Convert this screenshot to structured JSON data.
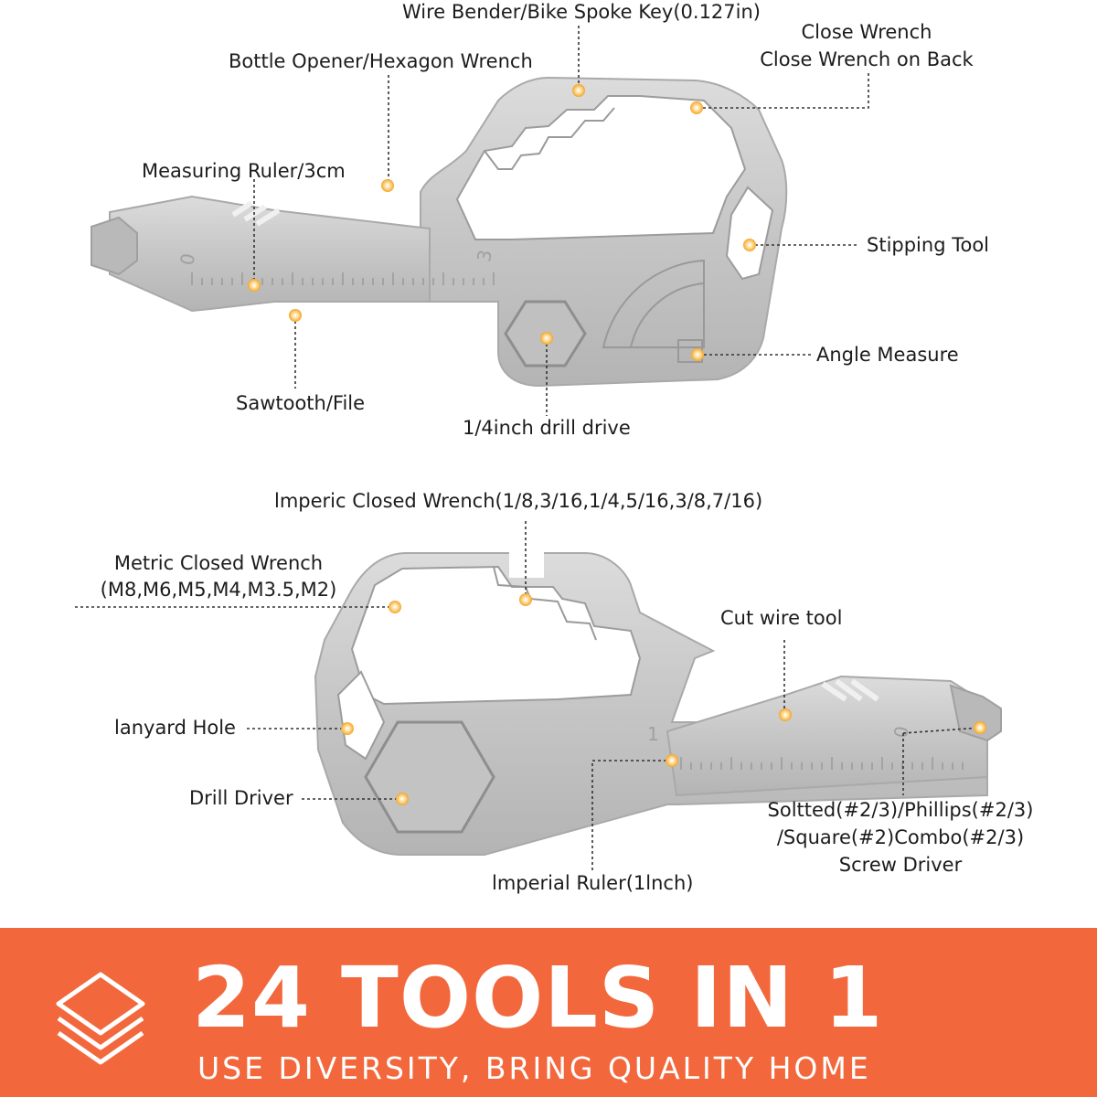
{
  "colors": {
    "banner": "#f2683c",
    "metal": "#c7c7c7",
    "metal_edge": "#a9a9a9",
    "callout_dot": "#f5a623",
    "leader_line": "#333333"
  },
  "front_view": {
    "labels": {
      "wire_bender": "Wire Bender/Bike Spoke Key(0.127in)",
      "close_wrench": "Close Wrench",
      "close_wrench_back": "Close Wrench on Back",
      "bottle_opener": "Bottle Opener/Hexagon Wrench",
      "measuring_ruler": "Measuring Ruler/3cm",
      "stripping_tool": "Stipping Tool",
      "angle_measure": "Angle Measure",
      "sawtooth": "Sawtooth/File",
      "drill_drive": "1/4inch drill drive"
    },
    "ruler_marks": [
      "0",
      "3"
    ]
  },
  "back_view": {
    "labels": {
      "imperial_wrench": "lmperic Closed Wrench(1/8,3/16,1/4,5/16,3/8,7/16)",
      "metric_wrench_1": "Metric Closed Wrench",
      "metric_wrench_2": "(M8,M6,M5,M4,M3.5,M2)",
      "cut_wire": "Cut wire tool",
      "lanyard": "lanyard Hole",
      "drill_driver": "Drill Driver",
      "screwdriver_1": "Soltted(#2/3)/Phillips(#2/3)",
      "screwdriver_2": "/Square(#2)Combo(#2/3)",
      "screwdriver_3": "Screw Driver",
      "imperial_ruler": "lmperial Ruler(1lnch)"
    },
    "ruler_marks": [
      "1",
      "0"
    ]
  },
  "banner": {
    "icon": "stacked-layers-icon",
    "title": "24 TOOLS IN 1",
    "subtitle": "USE DIVERSITY, BRING QUALITY HOME"
  }
}
